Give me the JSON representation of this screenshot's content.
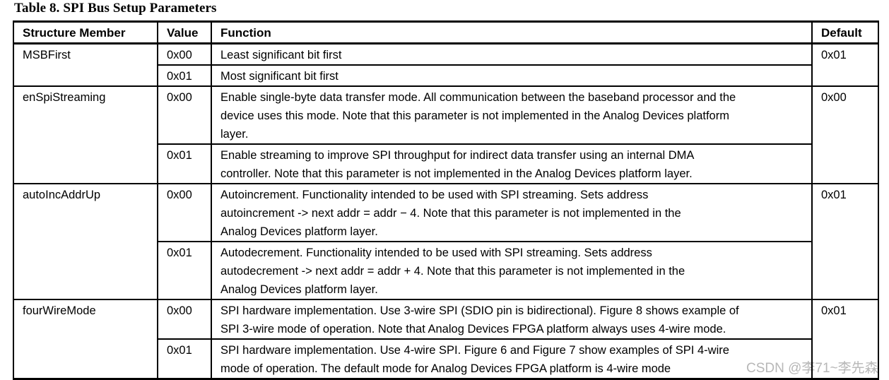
{
  "page": {
    "title": "Table 8. SPI Bus Setup Parameters",
    "watermark": "CSDN @李71~李先森"
  },
  "table": {
    "headers": [
      "Structure Member",
      "Value",
      "Function",
      "Default"
    ],
    "groups": [
      {
        "member": "MSBFirst",
        "default": "0x01",
        "rows": [
          {
            "value": "0x00",
            "function": "Least significant bit first"
          },
          {
            "value": "0x01",
            "function": "Most significant bit first"
          }
        ]
      },
      {
        "member": "enSpiStreaming",
        "default": "0x00",
        "rows": [
          {
            "value": "0x00",
            "function": "Enable single-byte data transfer mode. All communication between the baseband processor and the\ndevice uses this mode. Note that this parameter is not implemented in the Analog Devices platform\nlayer."
          },
          {
            "value": "0x01",
            "function": "Enable streaming to improve SPI throughput for indirect data transfer using an internal DMA\ncontroller. Note that this parameter is not implemented in the Analog Devices platform layer."
          }
        ]
      },
      {
        "member": "autoIncAddrUp",
        "default": "0x01",
        "rows": [
          {
            "value": "0x00",
            "function": "Autoincrement. Functionality intended to be used with SPI streaming. Sets address\nautoincrement -> next addr = addr − 4. Note that this parameter is not implemented in the\nAnalog Devices platform layer."
          },
          {
            "value": "0x01",
            "function": "Autodecrement. Functionality intended to be used with SPI streaming. Sets address\nautodecrement -> next addr = addr + 4. Note that this parameter is not implemented in the\nAnalog Devices platform layer."
          }
        ]
      },
      {
        "member": "fourWireMode",
        "default": "0x01",
        "rows": [
          {
            "value": "0x00",
            "function": "SPI hardware implementation. Use 3-wire SPI (SDIO pin is bidirectional). Figure 8 shows example of\nSPI 3-wire mode of operation. Note that Analog Devices FPGA platform always uses 4-wire mode."
          },
          {
            "value": "0x01",
            "function": "SPI hardware implementation. Use 4-wire SPI. Figure 6 and Figure 7 show examples of SPI 4-wire\nmode of operation. The default mode for Analog Devices FPGA platform is 4-wire mode"
          }
        ]
      }
    ]
  }
}
